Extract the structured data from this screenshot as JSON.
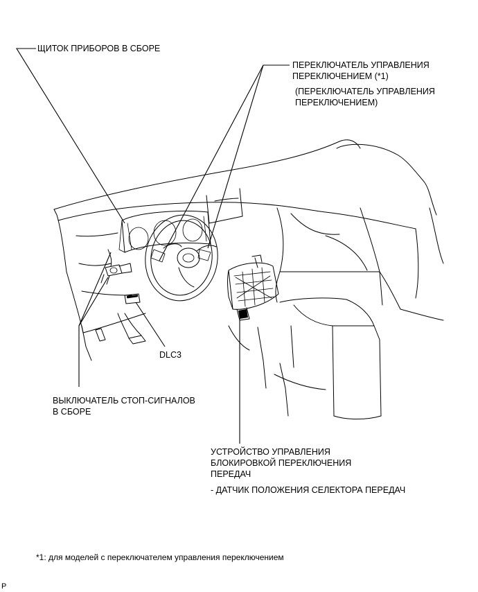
{
  "labels": {
    "combination_meter": "ЩИТОК ПРИБОРОВ В СБОРЕ",
    "shift_switch_line1": "ПЕРЕКЛЮЧАТЕЛЬ УПРАВЛЕНИЯ",
    "shift_switch_line2": "ПЕРЕКЛЮЧЕНИЕМ (*1)",
    "shift_switch_alt_line1": "(ПЕРЕКЛЮЧАТЕЛЬ УПРАВЛЕНИЯ",
    "shift_switch_alt_line2": "ПЕРЕКЛЮЧЕНИЕМ)",
    "dlc3": "DLC3",
    "stop_light_line1": "ВЫКЛЮЧАТЕЛЬ СТОП-СИГНАЛОВ",
    "stop_light_line2": "В СБОРЕ",
    "shift_lock_line1": "УСТРОЙСТВО УПРАВЛЕНИЯ",
    "shift_lock_line2": "БЛОКИРОВКОЙ ПЕРЕКЛЮЧЕНИЯ",
    "shift_lock_line3": "ПЕРЕДАЧ",
    "shift_lock_sub": "- ДАТЧИК ПОЛОЖЕНИЯ СЕЛЕКТОРА ПЕРЕДАЧ"
  },
  "footnote": "*1: для моделей с переключателем управления переключением",
  "corner_mark": "P"
}
